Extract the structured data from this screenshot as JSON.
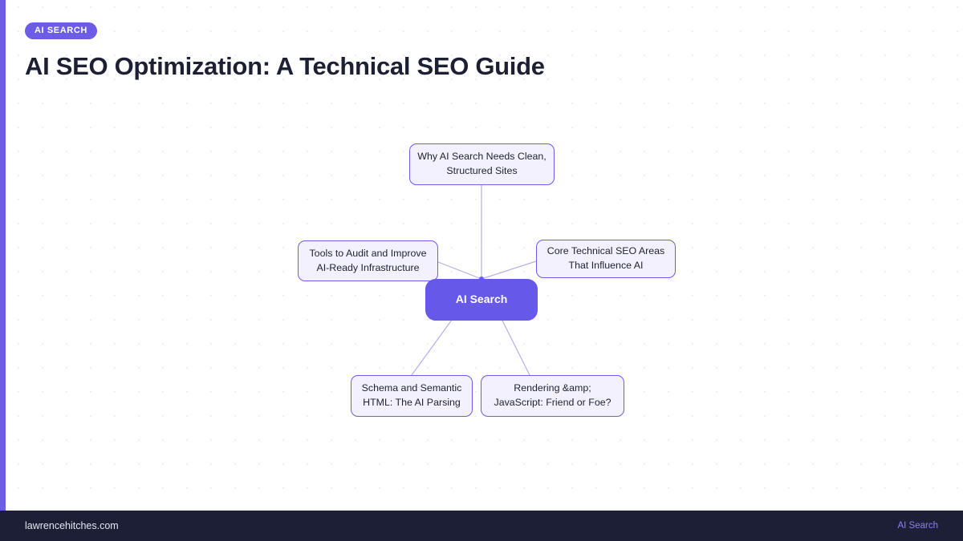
{
  "header": {
    "badge_label": "AI SEARCH",
    "title": "AI SEO Optimization: A Technical SEO Guide"
  },
  "mindmap": {
    "hub": {
      "id": "ai-search",
      "label": "AI Search"
    },
    "branches": [
      {
        "id": "why-clean-structured",
        "label": "Why AI Search Needs Clean, Structured Sites",
        "position": "top"
      },
      {
        "id": "tools-audit-improve",
        "label": "Tools to Audit and Improve AI-Ready Infrastructure",
        "position": "left"
      },
      {
        "id": "core-technical-areas",
        "label": "Core Technical SEO Areas That Influence AI",
        "position": "right"
      },
      {
        "id": "schema-semantic-html",
        "label": "Schema and Semantic HTML: The AI Parsing",
        "position": "bottom-left"
      },
      {
        "id": "rendering-javascript",
        "label": "Rendering &amp; JavaScript: Friend or Foe?",
        "position": "bottom-right"
      }
    ]
  },
  "footer": {
    "site": "lawrencehitches.com",
    "tag": "AI Search"
  },
  "colors": {
    "accent": "#6c5ce7",
    "hub_fill": "#6658e8",
    "node_fill": "#f2f1fd",
    "node_border": "#6c5ce7",
    "edge": "#b7aef0",
    "title_text": "#1d2033",
    "footer_bg": "#1d1f36",
    "footer_tag_text": "#8b7dff",
    "grid_dot": "#eceaf3"
  }
}
